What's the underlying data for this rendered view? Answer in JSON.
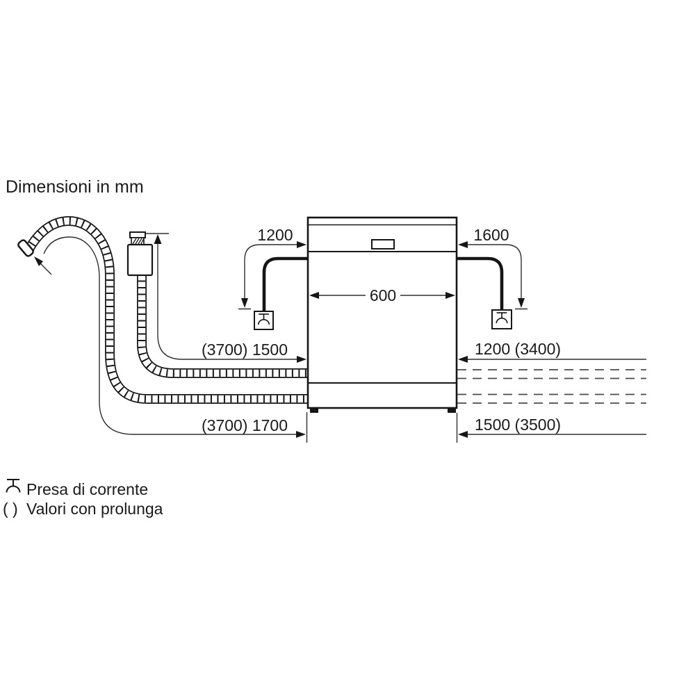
{
  "title": "Dimensioni in mm",
  "dimensions": {
    "top_left": "1200",
    "top_right": "1600",
    "appliance_width": "600",
    "mid_left": "(3700) 1500",
    "mid_right": "1200 (3400)",
    "bottom_left": "(3700) 1700",
    "bottom_right": "1500 (3500)"
  },
  "legend": {
    "socket_label": "Presa di corrente",
    "extension_symbol": "( )",
    "extension_label": "Valori con prolunga"
  },
  "colors": {
    "line": "#161616",
    "dim_line": "#2e2e2e",
    "dash_line": "#4a4a4a",
    "background": "#ffffff"
  }
}
